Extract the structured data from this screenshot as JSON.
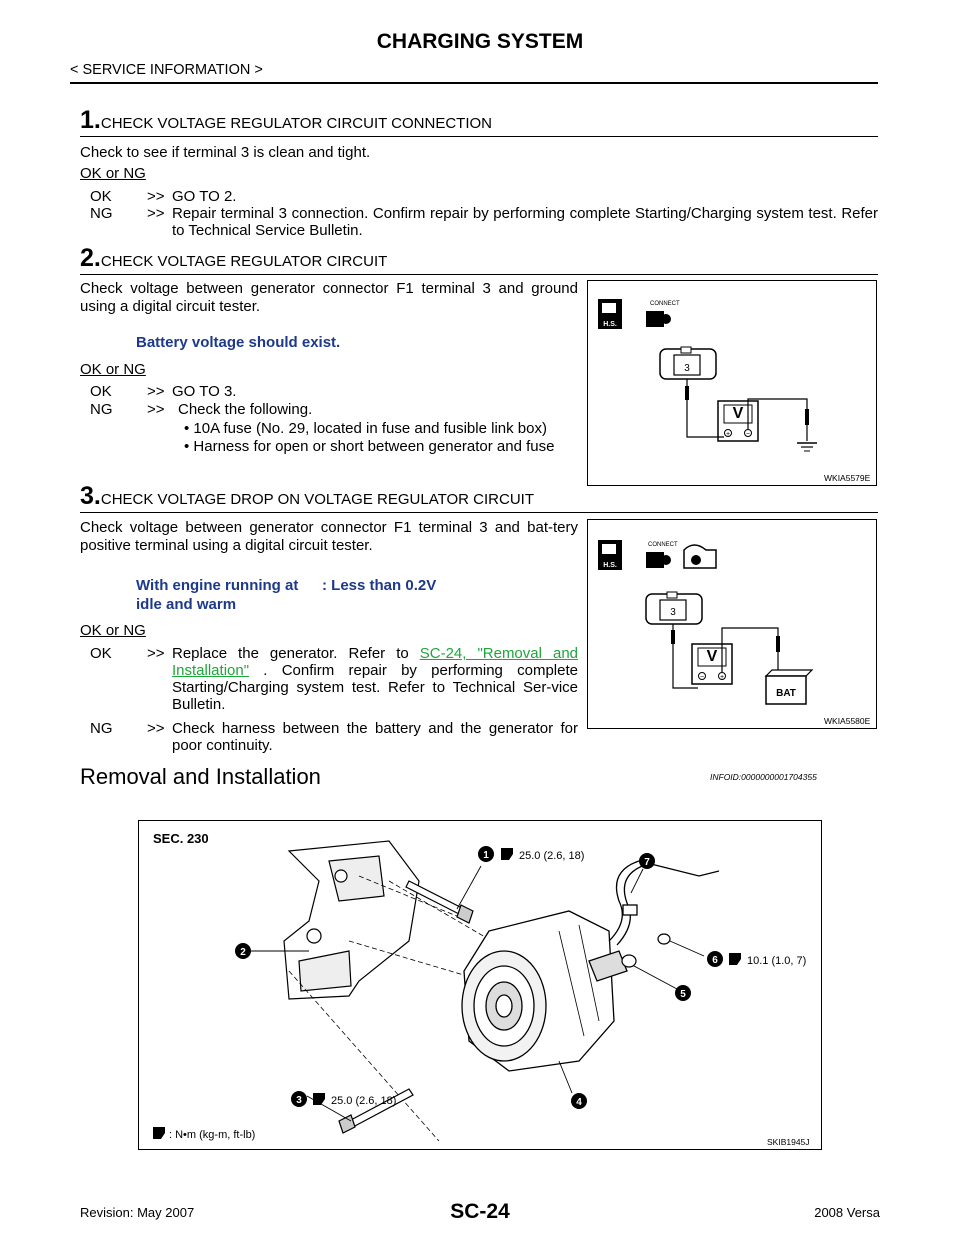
{
  "header": {
    "title": "CHARGING SYSTEM",
    "breadcrumb": "< SERVICE INFORMATION >"
  },
  "step1": {
    "num": "1.",
    "heading": "CHECK VOLTAGE REGULATOR CIRCUIT CONNECTION",
    "text": "Check to see if terminal 3 is clean and tight.",
    "okng": "OK or NG",
    "ok_code": "OK",
    "ok_arrow": ">>",
    "ok_text": "GO TO 2.",
    "ng_code": "NG",
    "ng_arrow": ">>",
    "ng_text": "Repair terminal 3 connection. Confirm repair by performing complete Starting/Charging system test. Refer to Technical Service Bulletin."
  },
  "step2": {
    "num": "2.",
    "heading": "CHECK VOLTAGE REGULATOR CIRCUIT",
    "text": "Check voltage between generator connector F1 terminal 3 and ground using a digital circuit tester.",
    "spec": "Battery voltage should exist.",
    "okng": "OK or NG",
    "ok_code": "OK",
    "ok_arrow": ">>",
    "ok_text": "GO TO 3.",
    "ng_code": "NG",
    "ng_arrow": ">>",
    "ng_text": "Check the following.",
    "bullets": [
      "• 10A fuse (No. 29, located in fuse and fusible link box)",
      "• Harness for open or short between generator and fuse"
    ],
    "figure_code": "WKIA5579E"
  },
  "step3": {
    "num": "3.",
    "heading": "CHECK VOLTAGE DROP ON VOLTAGE REGULATOR CIRCUIT",
    "text": "Check voltage between generator connector F1 terminal 3 and bat-tery positive terminal using a digital circuit tester.",
    "spec_label": "With engine running at idle and warm",
    "spec_value": ": Less than 0.2V",
    "okng": "OK or NG",
    "ok_code": "OK",
    "ok_arrow": ">>",
    "ok_text_pre": "Replace the generator. Refer to ",
    "ok_link": "SC-24, \"Removal and Installation\"",
    "ok_text_post": " . Confirm repair by performing complete Starting/Charging system test. Refer to Technical Ser-vice Bulletin.",
    "ng_code": "NG",
    "ng_arrow": ">>",
    "ng_text": "Check harness between the battery and the generator for poor continuity.",
    "figure_code": "WKIA5580E"
  },
  "figure_labels": {
    "connect": "CONNECT",
    "hs": "H.S.",
    "terminal": "3",
    "meter": "V",
    "plus": "+",
    "minus": "−",
    "bat": "BAT"
  },
  "section": {
    "title": "Removal and Installation",
    "info_id": "INFOID:0000000001704355"
  },
  "diagram": {
    "sec": "SEC. 230",
    "callouts": [
      "1",
      "2",
      "3",
      "4",
      "5",
      "6",
      "7"
    ],
    "torque_1": "25.0 (2.6, 18)",
    "torque_3": "25.0 (2.6, 18)",
    "torque_6": "10.1 (1.0, 7)",
    "legend": ": N•m (kg-m, ft-lb)",
    "code": "SKIB1945J"
  },
  "footer": {
    "revision": "Revision: May 2007",
    "page": "SC-24",
    "model": "2008 Versa"
  }
}
